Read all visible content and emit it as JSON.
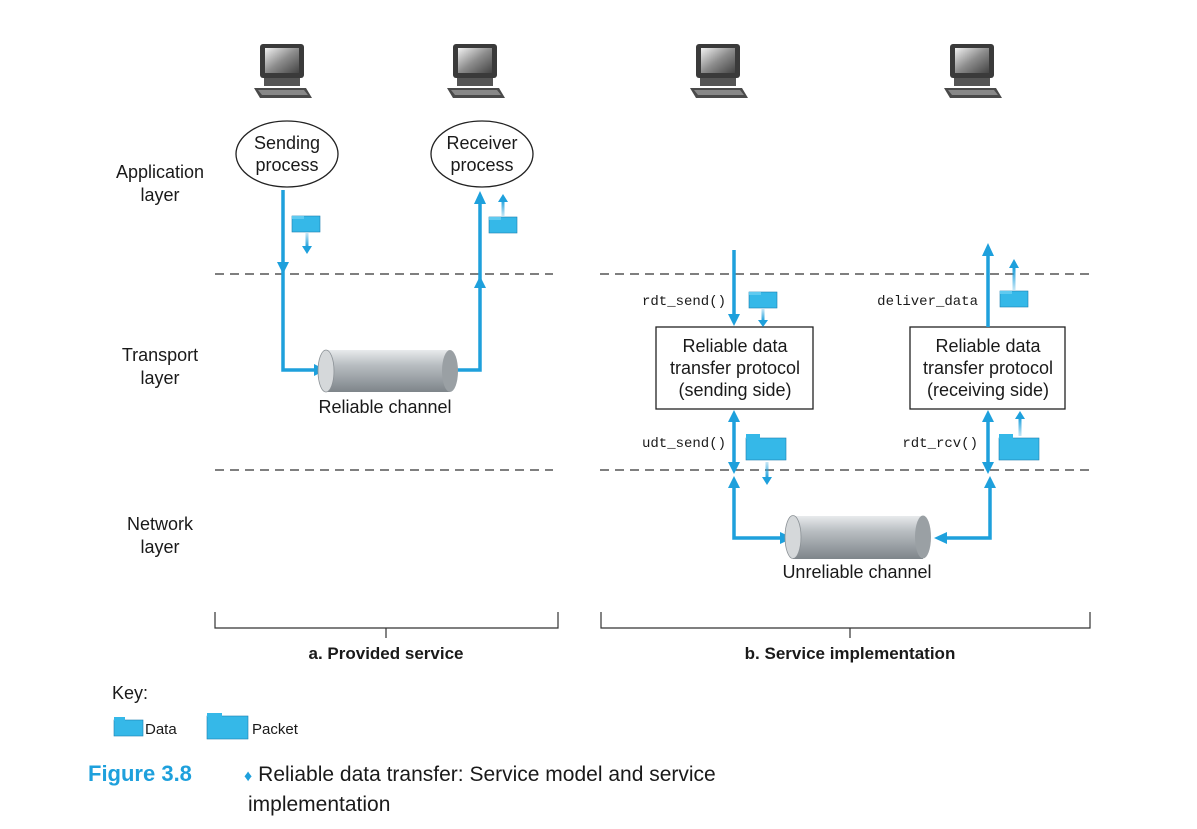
{
  "layers": {
    "application": [
      "Application",
      "layer"
    ],
    "transport": [
      "Transport",
      "layer"
    ],
    "network": [
      "Network",
      "layer"
    ]
  },
  "panel_a": {
    "sender": [
      "Sending",
      "process"
    ],
    "receiver": [
      "Receiver",
      "process"
    ],
    "channel_label": "Reliable channel",
    "panel_label": "a. Provided service"
  },
  "panel_b": {
    "sending_box": [
      "Reliable data",
      "transfer protocol",
      "(sending side)"
    ],
    "receiving_box": [
      "Reliable data",
      "transfer protocol",
      "(receiving side)"
    ],
    "rdt_send": "rdt_send()",
    "deliver_data": "deliver_data",
    "udt_send": "udt_send()",
    "rdt_rcv": "rdt_rcv()",
    "channel_label": "Unreliable channel",
    "panel_label": "b. Service implementation"
  },
  "key": {
    "title": "Key:",
    "data": "Data",
    "packet": "Packet"
  },
  "caption": {
    "figure": "Figure 3.8",
    "line1": "Reliable data transfer: Service model and service",
    "line2": "implementation"
  },
  "colors": {
    "arrow": "#1ea0dc",
    "data_block": "#35b8e8",
    "packet_block": "#35b8e8"
  }
}
